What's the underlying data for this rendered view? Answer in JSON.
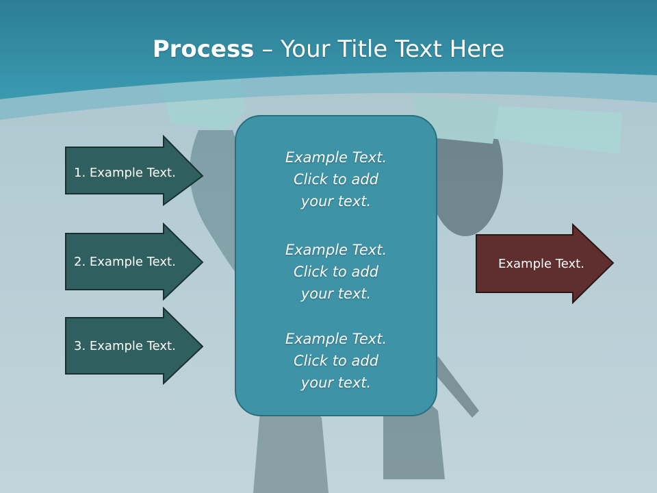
{
  "slide": {
    "title_bold": "Process",
    "title_rest": " – Your Title Text Here"
  },
  "left_arrows": [
    {
      "label": "1. Example Text."
    },
    {
      "label": "2. Example Text."
    },
    {
      "label": "3. Example Text."
    }
  ],
  "center_box": {
    "blocks": [
      {
        "line1": "Example Text.",
        "line2": "Click  to add",
        "line3": "your text."
      },
      {
        "line1": "Example Text.",
        "line2": "Click  to add",
        "line3": "your text."
      },
      {
        "line1": "Example Text.",
        "line2": "Click  to add",
        "line3": "your text."
      }
    ]
  },
  "right_arrow": {
    "label": "Example Text."
  },
  "colors": {
    "header_teal": "#2f8aa0",
    "left_arrow_fill": "#2f5f5e",
    "center_box_fill": "#3f93a7",
    "right_arrow_fill": "#5e2f2e"
  }
}
